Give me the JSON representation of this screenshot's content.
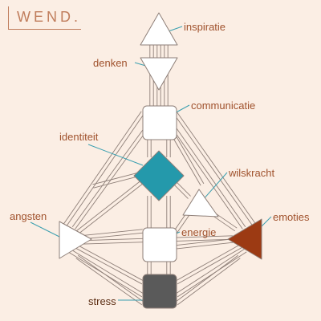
{
  "brand": {
    "logo_text": "WEND."
  },
  "colors": {
    "background": "#fbeee4",
    "line": "#8e7f78",
    "label_text": "#a0522d",
    "leader_line": "#3a9fb0",
    "identity_center": "#2499ab",
    "emotions_center": "#9c3a13",
    "stress_center": "#5a5a5a",
    "open_center": "#ffffff"
  },
  "centers": [
    {
      "id": "inspiratie",
      "label": "inspiratie",
      "shape": "triangle-up",
      "defined": false
    },
    {
      "id": "denken",
      "label": "denken",
      "shape": "triangle-down",
      "defined": false
    },
    {
      "id": "communicatie",
      "label": "communicatie",
      "shape": "square",
      "defined": false
    },
    {
      "id": "identiteit",
      "label": "identiteit",
      "shape": "diamond",
      "defined": true,
      "color": "#2499ab"
    },
    {
      "id": "wilskracht",
      "label": "wilskracht",
      "shape": "triangle",
      "defined": false
    },
    {
      "id": "angsten",
      "label": "angsten",
      "shape": "triangle-right",
      "defined": false
    },
    {
      "id": "energie",
      "label": "energie",
      "shape": "square",
      "defined": false
    },
    {
      "id": "emoties",
      "label": "emoties",
      "shape": "triangle-left",
      "defined": true,
      "color": "#9c3a13"
    },
    {
      "id": "stress",
      "label": "stress",
      "shape": "square",
      "defined": true,
      "color": "#5a5a5a"
    }
  ]
}
